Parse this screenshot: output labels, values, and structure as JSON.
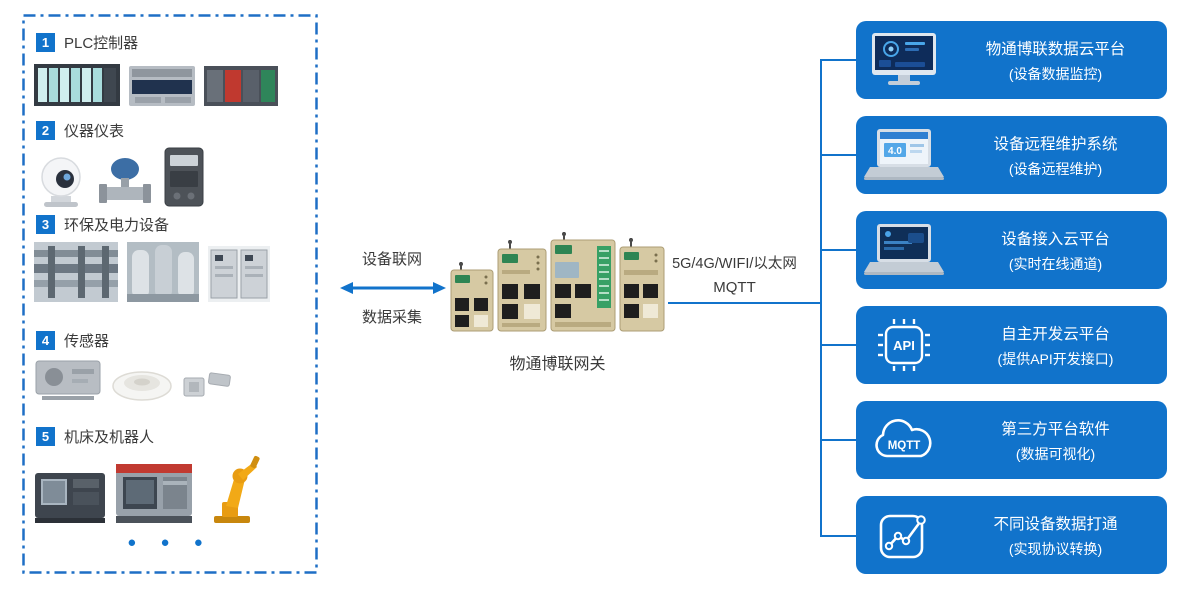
{
  "colors": {
    "accent_blue": "#1173cb",
    "panel_border_blue": "#1e6fc5",
    "dark_text": "#3a3a3a",
    "box_text": "#ffffff",
    "gateway_beige": "#d6c9a3"
  },
  "left_panel": {
    "categories": [
      {
        "number": "1",
        "label": "PLC控制器",
        "images": [
          "plc-rack-photo",
          "plc-module-photo",
          "plc-red-module-photo"
        ]
      },
      {
        "number": "2",
        "label": "仪器仪表",
        "images": [
          "camera-photo",
          "control-valve-photo",
          "energy-meter-photo"
        ]
      },
      {
        "number": "3",
        "label": "环保及电力设备",
        "images": [
          "piping-plant-photo",
          "treatment-plant-photo",
          "power-cabinet-photo"
        ]
      },
      {
        "number": "4",
        "label": "传感器",
        "images": [
          "box-sensor-photo",
          "smoke-detector-photo",
          "magnetic-sensor-photo"
        ]
      },
      {
        "number": "5",
        "label": "机床及机器人",
        "images": [
          "cnc-machine-photo",
          "cnc-lathe-photo",
          "robot-arm-photo"
        ]
      }
    ],
    "more_indicator": "● ● ●"
  },
  "middle": {
    "left_link": {
      "top_label": "设备联网",
      "bottom_label": "数据采集"
    },
    "gateway_caption": "物通博联网关",
    "right_link": {
      "top_label": "5G/4G/WIFI/以太网",
      "bottom_label": "MQTT"
    }
  },
  "right_panel": {
    "platforms": [
      {
        "icon": "cloud-dashboard-monitor-icon",
        "title": "物通博联数据云平台",
        "subtitle": "(设备数据监控)"
      },
      {
        "icon": "remote-maintenance-laptop-icon",
        "title": "设备远程维护系统",
        "subtitle": "(设备远程维护)",
        "icon_text": "4.0"
      },
      {
        "icon": "device-access-laptop-icon",
        "title": "设备接入云平台",
        "subtitle": "(实时在线通道)"
      },
      {
        "icon": "api-chip-icon",
        "title": "自主开发云平台",
        "subtitle": "(提供API开发接口)",
        "icon_text": "API"
      },
      {
        "icon": "mqtt-cloud-icon",
        "title": "第三方平台软件",
        "subtitle": "(数据可视化)",
        "icon_text": "MQTT"
      },
      {
        "icon": "data-exchange-chart-icon",
        "title": "不同设备数据打通",
        "subtitle": "(实现协议转换)"
      }
    ]
  }
}
